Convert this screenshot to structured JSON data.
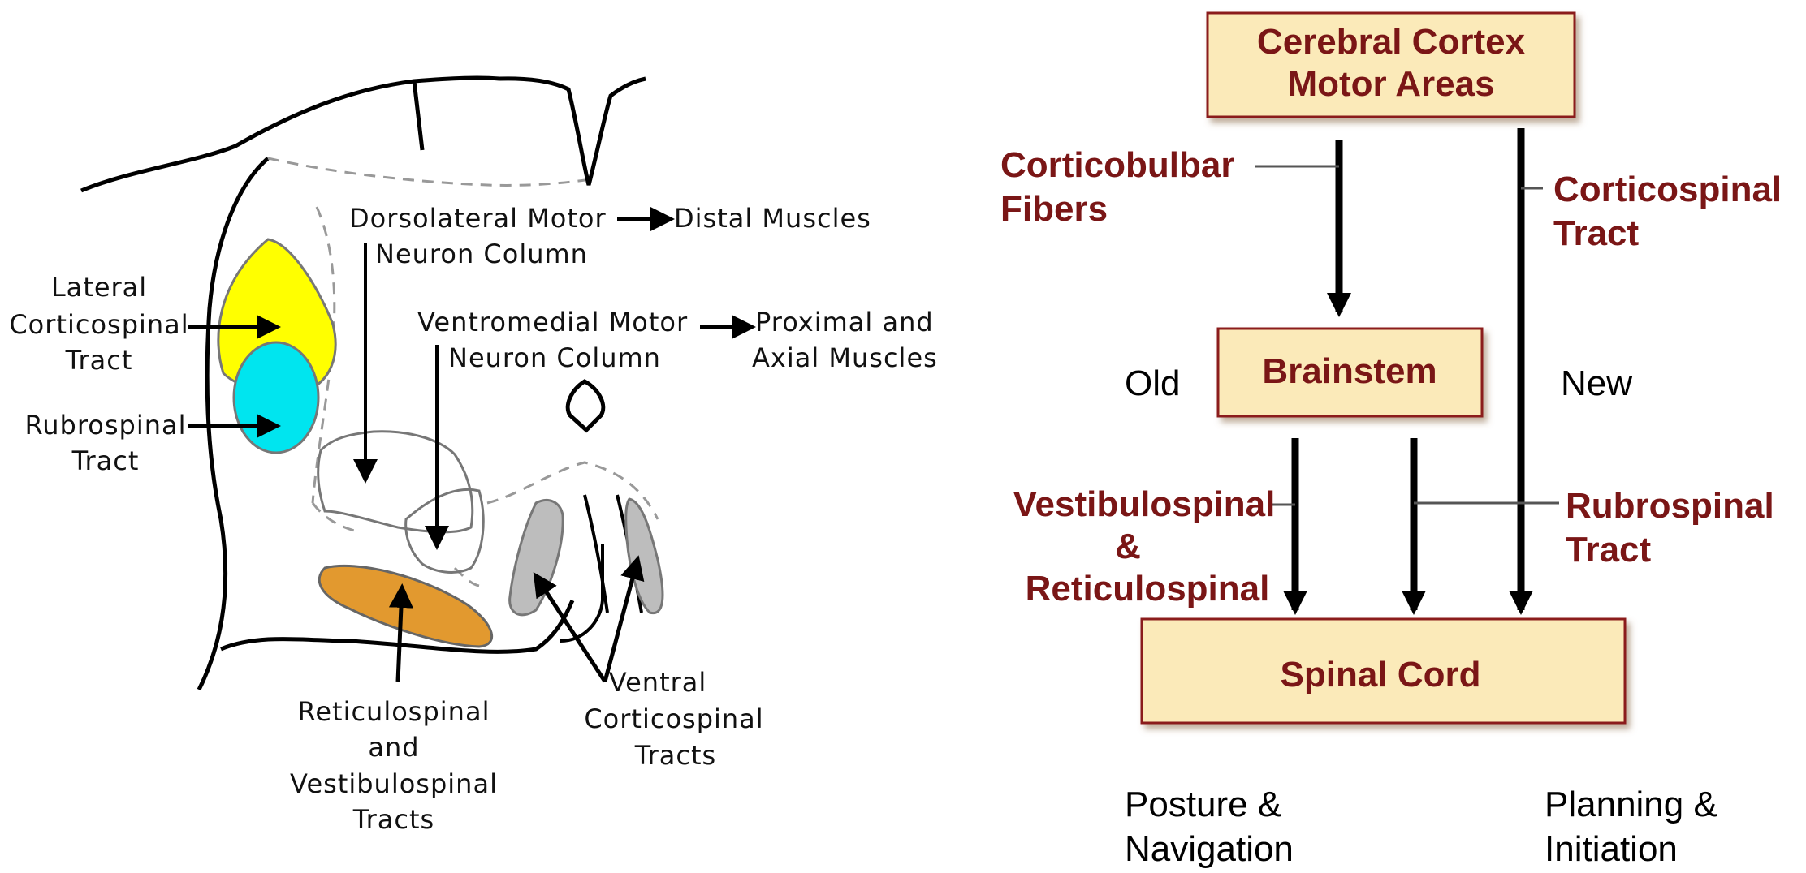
{
  "left_diagram": {
    "dorsolateral": [
      "Dorsolateral Motor",
      "Neuron Column"
    ],
    "distal": "Distal Muscles",
    "ventromedial": [
      "Ventromedial Motor",
      "Neuron Column"
    ],
    "proximal": [
      "Proximal and",
      "Axial Muscles"
    ],
    "lateral_cst": [
      "Lateral",
      "Corticospinal",
      "Tract"
    ],
    "rubrospinal": [
      "Rubrospinal",
      "Tract"
    ],
    "reticulo": [
      "Reticulospinal",
      "and",
      "Vestibulospinal",
      "Tracts"
    ],
    "ventral_cst": [
      "Ventral",
      "Corticospinal",
      "Tracts"
    ]
  },
  "flow": {
    "cortex": [
      "Cerebral Cortex",
      "Motor Areas"
    ],
    "corticobulbar": [
      "Corticobulbar",
      "Fibers"
    ],
    "corticospinal": [
      "Corticospinal",
      "Tract"
    ],
    "brainstem": "Brainstem",
    "old": "Old",
    "new": "New",
    "vestibulo": [
      "Vestibulospinal",
      "&",
      "Reticulospinal"
    ],
    "rubro": [
      "Rubrospinal",
      "Tract"
    ],
    "spinal_cord": "Spinal Cord",
    "posture": [
      "Posture &",
      "Navigation"
    ],
    "planning": [
      "Planning &",
      "Initiation"
    ]
  },
  "colors": {
    "lateral_corticospinal": "#ffff00",
    "rubrospinal": "#00e5ef",
    "reticulospinal": "#e2992f",
    "ventral_corticospinal": "#bdbdbd",
    "box_fill": "#fbeab9",
    "box_border": "#8b1a1a",
    "label_red": "#7a1616"
  }
}
